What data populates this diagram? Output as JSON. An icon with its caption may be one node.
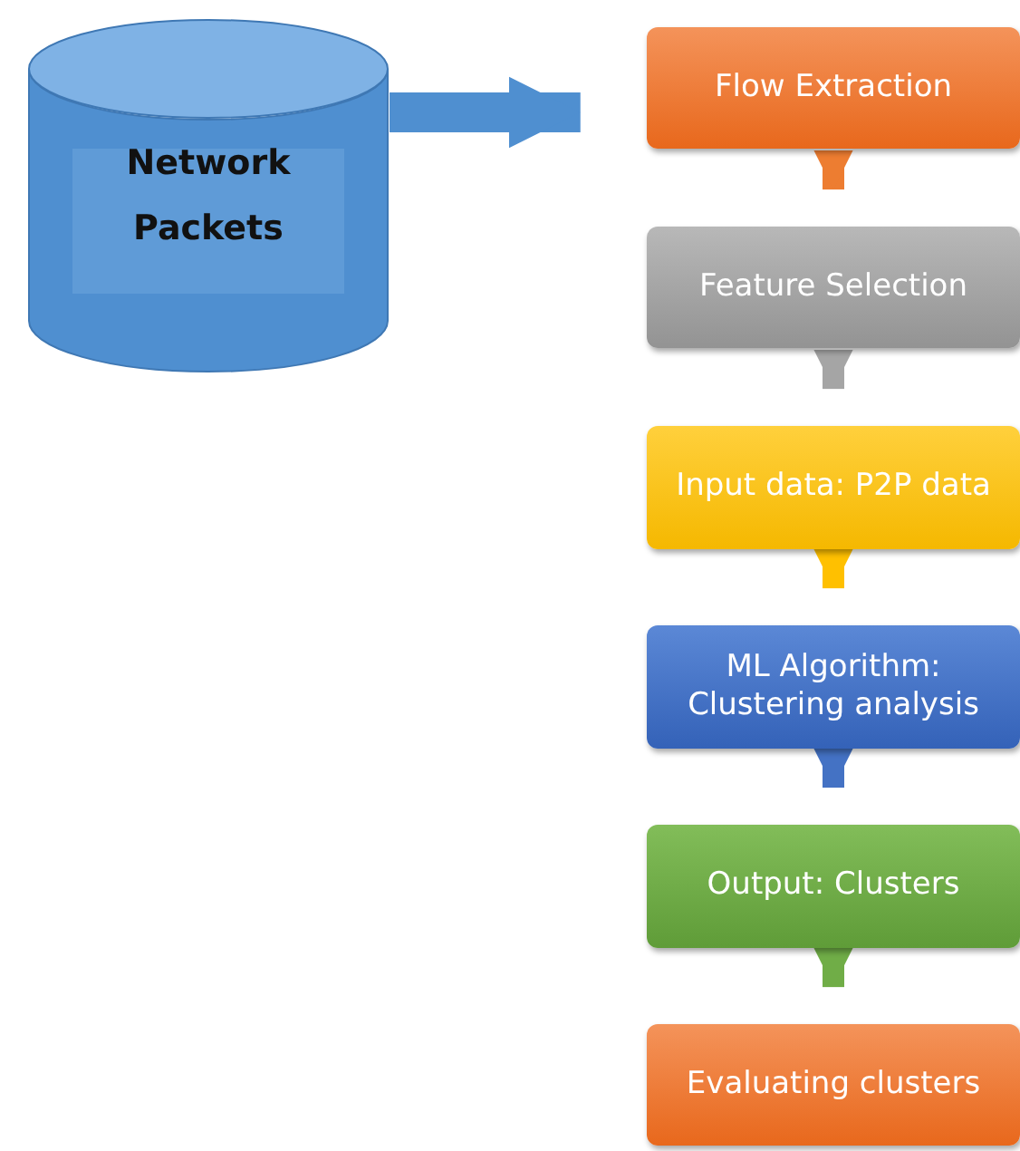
{
  "diagram": {
    "nodes": [
      {
        "text": [
          "Network Packets"
        ]
      },
      {
        "text": [
          "Flow Extraction"
        ]
      },
      {
        "text": [
          "Feature Selection"
        ]
      },
      {
        "text": [
          "Input data: P2P data"
        ]
      },
      {
        "text": [
          "ML Algorithm: Clustering analysis"
        ]
      },
      {
        "text": [
          "Output: Clusters"
        ]
      },
      {
        "text": [
          "Evaluating clusters"
        ]
      }
    ],
    "edges": [
      {
        "from": 0,
        "to": 1,
        "arrow": "to",
        "style": "thick",
        "color": "#4f8fd0"
      },
      {
        "from": 1,
        "to": 2,
        "arrow": "to",
        "color": "#ed7d31"
      },
      {
        "from": 2,
        "to": 3,
        "arrow": "to",
        "color": "#a5a5a5"
      },
      {
        "from": 3,
        "to": 4,
        "arrow": "to",
        "color": "#ffc000"
      },
      {
        "from": 4,
        "to": 5,
        "arrow": "to",
        "color": "#4472c4"
      },
      {
        "from": 5,
        "to": 6,
        "arrow": "to",
        "color": "#70ad47"
      }
    ]
  }
}
